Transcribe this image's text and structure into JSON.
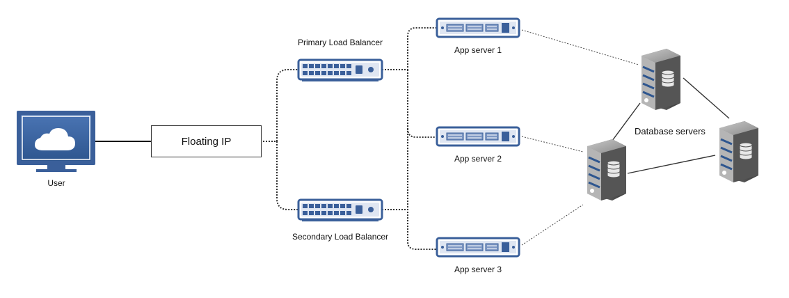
{
  "user": {
    "label": "User",
    "icon": "monitor-cloud-icon"
  },
  "floating_ip": {
    "label": "Floating IP"
  },
  "load_balancers": {
    "primary": {
      "label": "Primary Load Balancer",
      "icon": "network-switch-icon"
    },
    "secondary": {
      "label": "Secondary Load Balancer",
      "icon": "network-switch-icon"
    }
  },
  "app_servers": [
    {
      "label": "App server 1",
      "icon": "rack-server-icon"
    },
    {
      "label": "App server 2",
      "icon": "rack-server-icon"
    },
    {
      "label": "App server 3",
      "icon": "rack-server-icon"
    }
  ],
  "database": {
    "label": "Database servers",
    "icon": "database-server-icon"
  },
  "colors": {
    "device_blue": "#3a5f9a",
    "device_light": "#dfe6f2",
    "server_grey": "#6a6a6a",
    "line": "#333333"
  }
}
